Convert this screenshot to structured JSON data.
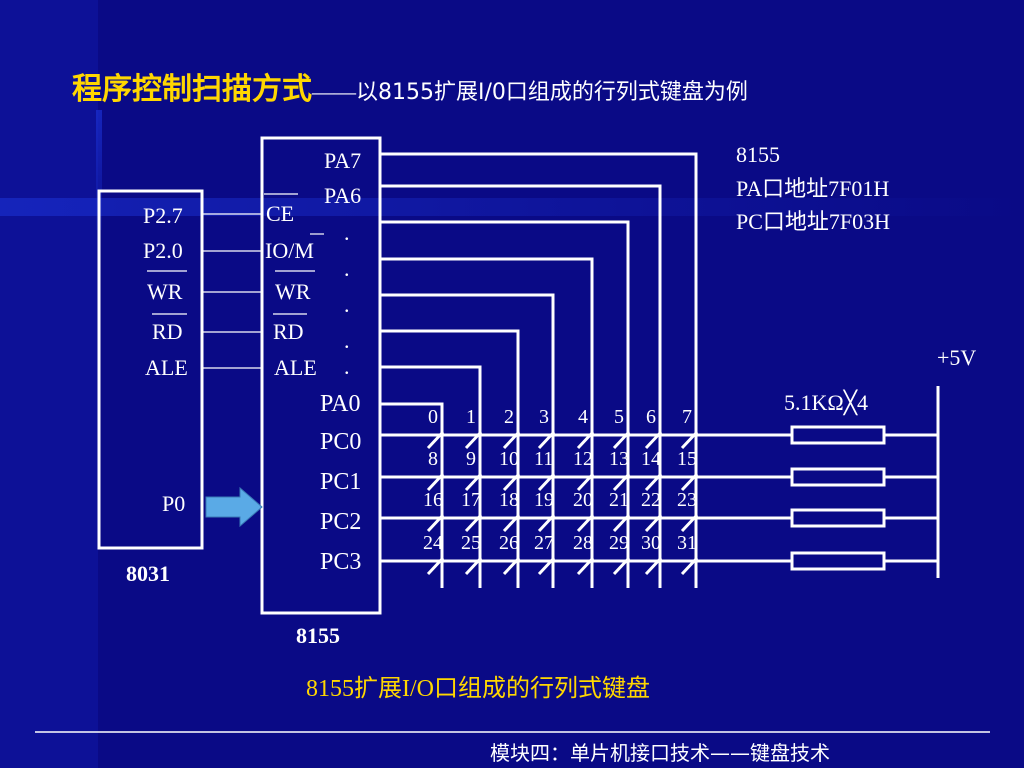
{
  "title": {
    "main": "程序控制扫描方式",
    "dash": "——",
    "sub": "以8155扩展I/0口组成的行列式键盘为例"
  },
  "chip8031": {
    "pins": [
      "P2.7",
      "P2.0",
      "WR",
      "RD",
      "ALE"
    ],
    "p0": "P0",
    "name": "8031"
  },
  "chip8155": {
    "left_pins": [
      "CE",
      "IO/M",
      "WR",
      "RD",
      "ALE"
    ],
    "pa_top": [
      "PA7",
      "PA6"
    ],
    "dots": [
      ".",
      ".",
      ".",
      ".",
      "."
    ],
    "port_pins": [
      "PA0",
      "PC0",
      "PC1",
      "PC2",
      "PC3"
    ],
    "name": "8155"
  },
  "address_note": [
    "8155",
    "PA口地址7F01H",
    "PC口地址7F03H"
  ],
  "vcc": "+5V",
  "resistor": "5.1KΩ╳4",
  "keys": [
    [
      "0",
      "1",
      "2",
      "3",
      "4",
      "5",
      "6",
      "7"
    ],
    [
      "8",
      "9",
      "10",
      "11",
      "12",
      "13",
      "14",
      "15"
    ],
    [
      "16",
      "17",
      "18",
      "19",
      "20",
      "21",
      "22",
      "23"
    ],
    [
      "24",
      "25",
      "26",
      "27",
      "28",
      "29",
      "30",
      "31"
    ]
  ],
  "caption": "8155扩展I/O口组成的行列式键盘",
  "footer": "模块四：单片机接口技术——键盘技术",
  "colors": {
    "background": "#0a0a86",
    "title": "#ffd700",
    "caption": "#ffd700",
    "arrow": "#5aaae6",
    "wire": "#ffffff"
  }
}
